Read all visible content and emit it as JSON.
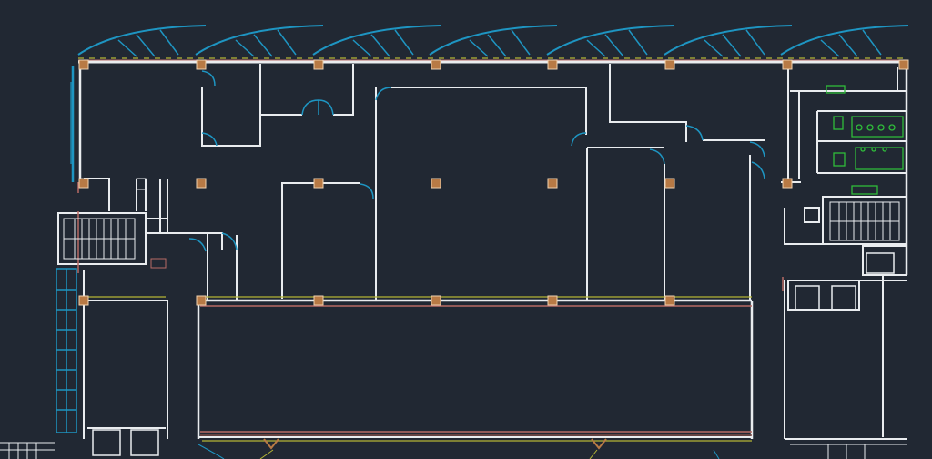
{
  "drawing": {
    "background_color": "#212833",
    "colors": {
      "wall": "#e9ecef",
      "wall_red": "#b76a64",
      "curtain_wall": "#1e95c2",
      "column_fill": "#b87a45",
      "column_stroke": "#f0d2b0",
      "green_fixture": "#2fbd3a",
      "yellow_line": "#b5b536"
    },
    "layers": [
      "walls",
      "curtain-wall",
      "columns",
      "doors",
      "stairs",
      "fixtures",
      "elevators"
    ]
  }
}
